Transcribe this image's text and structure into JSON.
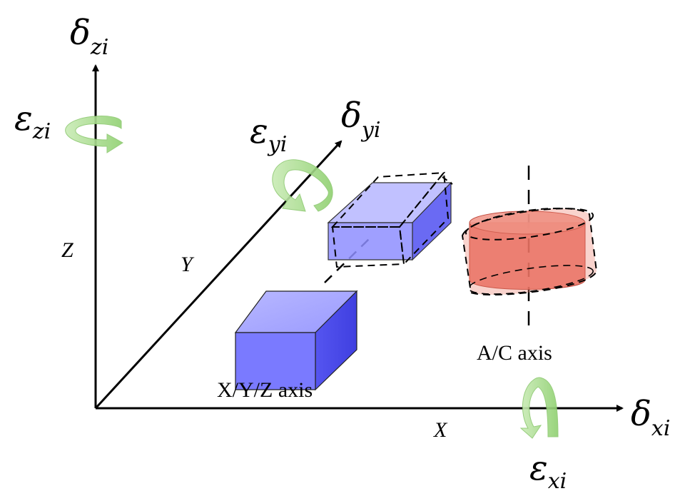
{
  "symbols": {
    "delta": "δ",
    "epsilon": "ε"
  },
  "axes": {
    "z": {
      "letter": "Z",
      "translation_sub": "zi",
      "rotation_sub": "zi"
    },
    "y": {
      "letter": "Y",
      "translation_sub": "yi",
      "rotation_sub": "yi"
    },
    "x": {
      "letter": "X",
      "translation_sub": "xi",
      "rotation_sub": "xi"
    }
  },
  "labels": {
    "linear_axis": "X/Y/Z axis",
    "rotary_axis": "A/C axis"
  },
  "colors": {
    "rotation_arrow": "#a8d890",
    "linear_block": "#7777ff",
    "rotary_cylinder": "#e8685a",
    "axis_line": "#000000"
  }
}
